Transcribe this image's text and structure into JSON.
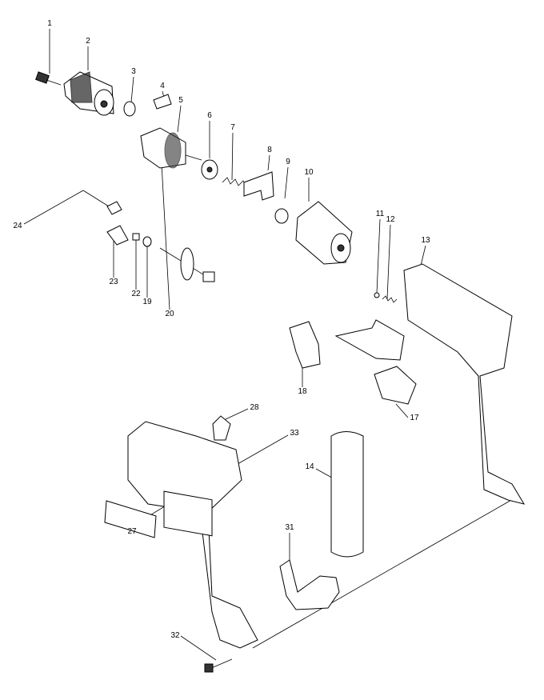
{
  "diagram": {
    "type": "exploded parts diagram",
    "part_labels": [
      "1",
      "2",
      "3",
      "4",
      "5",
      "6",
      "7",
      "8",
      "9",
      "10",
      "11",
      "12",
      "13",
      "14",
      "17",
      "18",
      "19",
      "20",
      "22",
      "23",
      "24",
      "27",
      "28",
      "31",
      "32",
      "33"
    ]
  }
}
